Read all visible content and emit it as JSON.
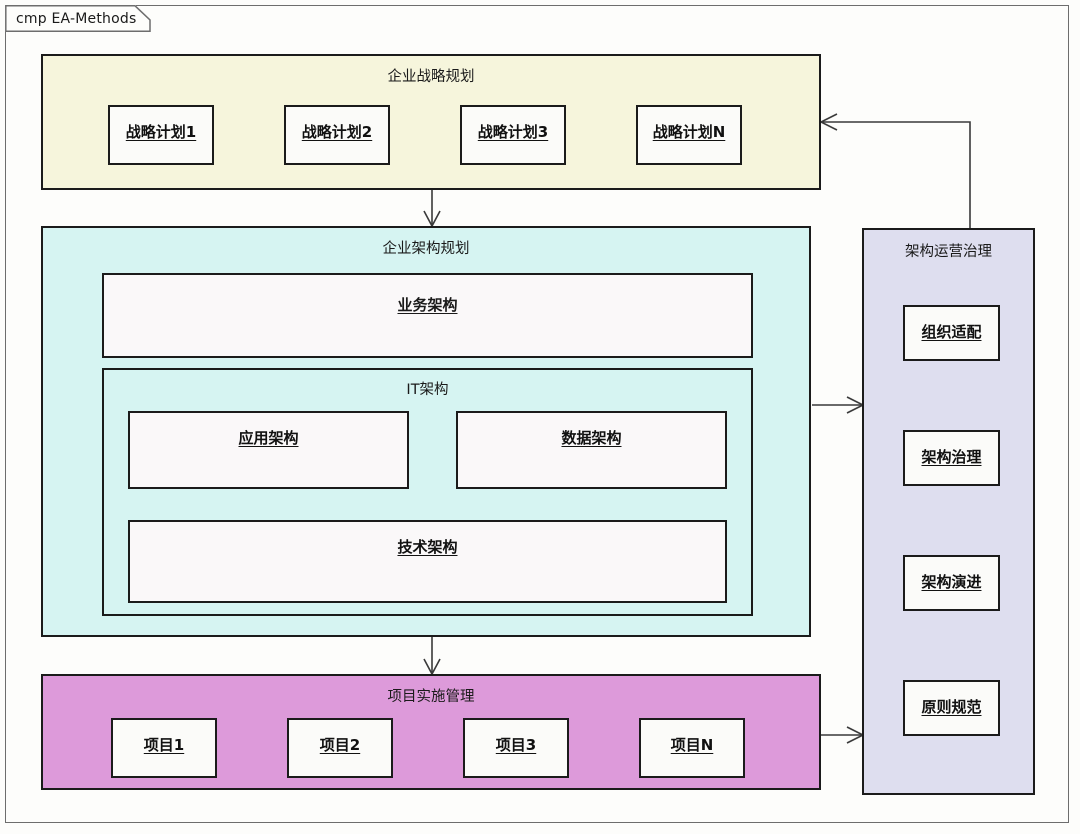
{
  "frame": {
    "label": "cmp EA-Methods"
  },
  "colors": {
    "strategy_fill": "#f6f5dc",
    "architecture_fill": "#d6f4f2",
    "project_fill": "#dd9ada",
    "governance_fill": "#dedeef",
    "node_fill": "#fbfbf9",
    "border": "#1b1b1b",
    "frame_border": "#6d6d6d",
    "connector": "#3a3a3a"
  },
  "strategy": {
    "title": "企业战略规划",
    "nodes": [
      {
        "label": "战略计划1"
      },
      {
        "label": "战略计划2"
      },
      {
        "label": "战略计划3"
      },
      {
        "label": "战略计划N"
      }
    ]
  },
  "architecture": {
    "title": "企业架构规划",
    "business": {
      "label": "业务架构"
    },
    "it": {
      "title": "IT架构",
      "nodes": [
        {
          "label": "应用架构"
        },
        {
          "label": "数据架构"
        }
      ],
      "technology": {
        "label": "技术架构"
      }
    }
  },
  "project": {
    "title": "项目实施管理",
    "nodes": [
      {
        "label": "项目1"
      },
      {
        "label": "项目2"
      },
      {
        "label": "项目3"
      },
      {
        "label": "项目N"
      }
    ]
  },
  "governance": {
    "title": "架构运营治理",
    "nodes": [
      {
        "label": "组织适配"
      },
      {
        "label": "架构治理"
      },
      {
        "label": "架构演进"
      },
      {
        "label": "原则规范"
      }
    ]
  },
  "connectors": [
    {
      "name": "strategy-to-architecture",
      "kind": "open-arrow-down"
    },
    {
      "name": "architecture-to-project",
      "kind": "open-arrow-down"
    },
    {
      "name": "architecture-to-governance",
      "kind": "open-arrow-right"
    },
    {
      "name": "project-to-governance",
      "kind": "open-arrow-right"
    },
    {
      "name": "governance-to-strategy",
      "kind": "open-arrow-left-elbow"
    }
  ]
}
